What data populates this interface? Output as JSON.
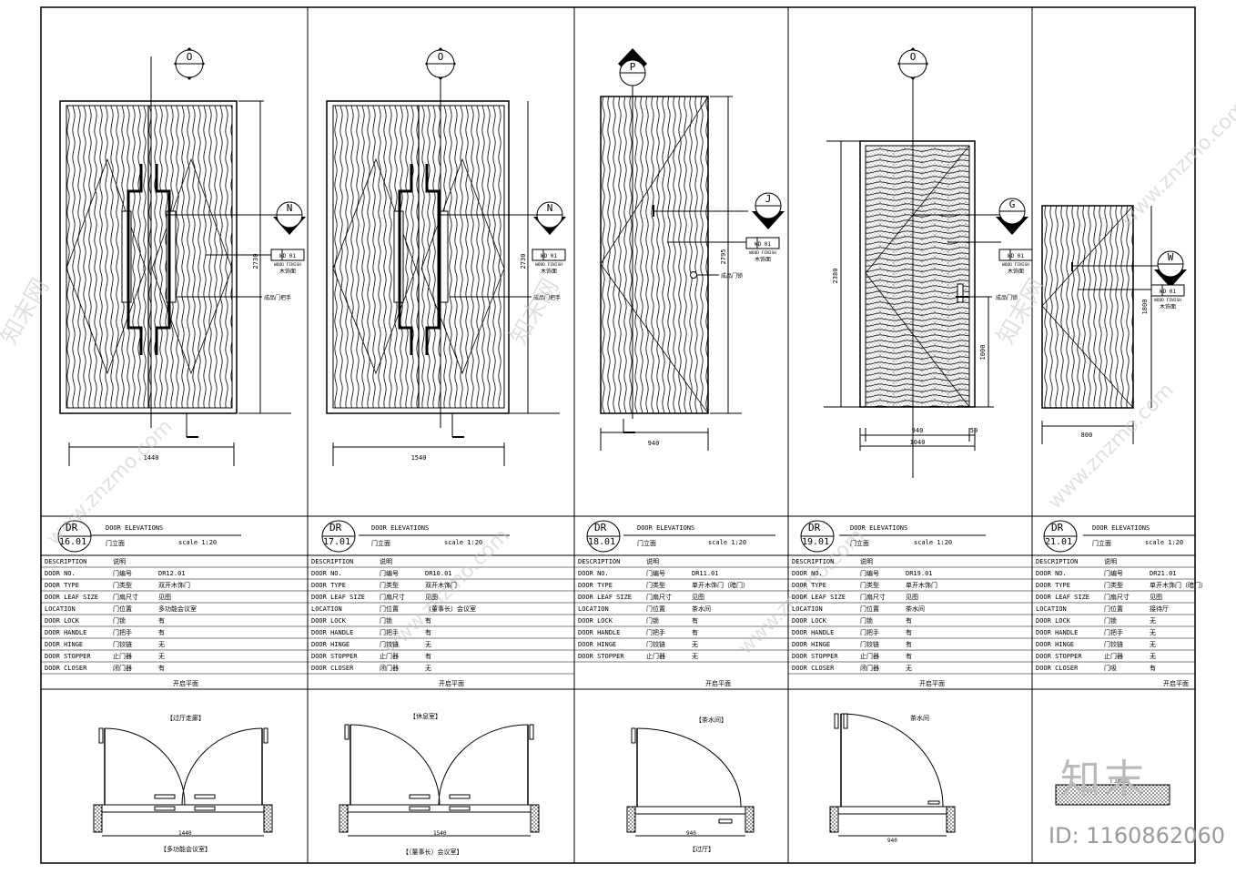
{
  "panels": [
    {
      "code": "16.01",
      "dr": "DR",
      "title_en": "DOOR ELEVATIONS",
      "title_cn": "门立面",
      "scale": "scale  1:20",
      "tag_top": "O",
      "tag_side": "N",
      "width_dim": "1440",
      "height_dim": "2730",
      "finish_code": "WD  01",
      "finish_en": "WOOD FINISH",
      "finish_cn": "木饰面",
      "handle_note": "成品门把手",
      "rows": [
        [
          "DESCRIPTION",
          "说明",
          ""
        ],
        [
          "DOOR NO.",
          "门编号",
          "DR12.01"
        ],
        [
          "DOOR TYPE",
          "门类型",
          "双开木饰门"
        ],
        [
          "DOOR LEAF SIZE",
          "门扇尺寸",
          "见图"
        ],
        [
          "LOCATION",
          "门位置",
          "多功能会议室"
        ],
        [
          "DOOR LOCK",
          "门锁",
          "有"
        ],
        [
          "DOOR HANDLE",
          "门把手",
          "有"
        ],
        [
          "DOOR HINGE",
          "门铰链",
          "无"
        ],
        [
          "DOOR STOPPER",
          "止门器",
          "无"
        ],
        [
          "DOOR CLOSER",
          "闭门器",
          "有"
        ]
      ],
      "plan_title": "开启平面",
      "plan_room": "【过厅走廊】",
      "plan_dim": "1440",
      "plan_caption": "【多功能会议室】"
    },
    {
      "code": "17.01",
      "dr": "DR",
      "title_en": "DOOR ELEVATIONS",
      "title_cn": "门立面",
      "scale": "scale  1:20",
      "tag_top": "O",
      "tag_side": "N",
      "width_dim": "1540",
      "height_dim": "2730",
      "finish_code": "WD  01",
      "finish_en": "WOOD FINISH",
      "finish_cn": "木饰面",
      "handle_note": "成品门把手",
      "rows": [
        [
          "DESCRIPTION",
          "说明",
          ""
        ],
        [
          "DOOR NO.",
          "门编号",
          "DR10.01"
        ],
        [
          "DOOR TYPE",
          "门类型",
          "双开木饰门"
        ],
        [
          "DOOR LEAF SIZE",
          "门扇尺寸",
          "见图"
        ],
        [
          "LOCATION",
          "门位置",
          "（董事长）会议室"
        ],
        [
          "DOOR LOCK",
          "门锁",
          "有"
        ],
        [
          "DOOR HANDLE",
          "门把手",
          "有"
        ],
        [
          "DOOR HINGE",
          "门铰链",
          "无"
        ],
        [
          "DOOR STOPPER",
          "止门器",
          "有"
        ],
        [
          "DOOR CLOSER",
          "闭门器",
          "无"
        ]
      ],
      "plan_title": "开启平面",
      "plan_room": "【休息室】",
      "plan_dim": "1540",
      "plan_caption": "【（董事长）会议室】"
    },
    {
      "code": "18.01",
      "dr": "DR",
      "title_en": "DOOR ELEVATIONS",
      "title_cn": "门立面",
      "scale": "scale  1:20",
      "tag_top": "P",
      "tag_side": "J",
      "width_dim": "940",
      "height_dim": "2795",
      "finish_code": "WD  01",
      "finish_en": "WOOD FINISH",
      "finish_cn": "木饰面",
      "handle_note": "成品门锁",
      "rows": [
        [
          "DESCRIPTION",
          "说明",
          ""
        ],
        [
          "DOOR NO.",
          "门编号",
          "DR11.01"
        ],
        [
          "DOOR TYPE",
          "门类型",
          "单开木饰门（暗门）"
        ],
        [
          "DOOR LEAF SIZE",
          "门扇尺寸",
          "见图"
        ],
        [
          "LOCATION",
          "门位置",
          "茶水间"
        ],
        [
          "DOOR LOCK",
          "门锁",
          "有"
        ],
        [
          "DOOR HANDLE",
          "门把手",
          "有"
        ],
        [
          "DOOR HINGE",
          "门铰链",
          "无"
        ],
        [
          "DOOR STOPPER",
          "止门器",
          "无"
        ]
      ],
      "plan_title": "开启平面",
      "plan_room": "【茶水间】",
      "plan_dim": "940",
      "plan_caption": "【过厅】"
    },
    {
      "code": "19.01",
      "dr": "DR",
      "title_en": "DOOR ELEVATIONS",
      "title_cn": "门立面",
      "scale": "scale  1:20",
      "tag_top": "O",
      "tag_side": "G",
      "width_dim": "940",
      "total_dim": "1040",
      "side_dim": "50",
      "height_dim": "2380",
      "lock_height": "1000",
      "finish_code": "WD  01",
      "finish_en": "WOOD FINISH",
      "finish_cn": "木饰面",
      "handle_note": "成品门锁",
      "rows": [
        [
          "DESCRIPTION",
          "说明",
          ""
        ],
        [
          "DOOR NO.",
          "门编号",
          "DR19.01"
        ],
        [
          "DOOR TYPE",
          "门类型",
          "单开木饰门"
        ],
        [
          "DOOR LEAF SIZE",
          "门扇尺寸",
          "见图"
        ],
        [
          "LOCATION",
          "门位置",
          "茶水间"
        ],
        [
          "DOOR LOCK",
          "门锁",
          "有"
        ],
        [
          "DOOR HANDLE",
          "门把手",
          "有"
        ],
        [
          "DOOR HINGE",
          "门铰链",
          "有"
        ],
        [
          "DOOR STOPPER",
          "止门器",
          "有"
        ],
        [
          "DOOR CLOSER",
          "闭门器",
          "无"
        ]
      ],
      "plan_title": "开启平面",
      "plan_room": "茶水间",
      "plan_dim": "940",
      "plan_caption": ""
    },
    {
      "code": "21.01",
      "dr": "DR",
      "title_en": "DOOR ELEVATIONS",
      "title_cn": "门立面",
      "scale": "scale  1:20",
      "tag_side": "W",
      "width_dim": "800",
      "height_dim": "1800",
      "finish_code": "WD  01",
      "finish_en": "WOOD FINISH",
      "finish_cn": "木饰面",
      "rows": [
        [
          "DESCRIPTION",
          "说明",
          ""
        ],
        [
          "DOOR NO.",
          "门编号",
          "DR21.01"
        ],
        [
          "DOOR TYPE",
          "门类型",
          "单开木饰门（暗门）"
        ],
        [
          "DOOR LEAF SIZE",
          "门扇尺寸",
          "见图"
        ],
        [
          "LOCATION",
          "门位置",
          "接待厅"
        ],
        [
          "DOOR LOCK",
          "门锁",
          "无"
        ],
        [
          "DOOR HANDLE",
          "门把手",
          "无"
        ],
        [
          "DOOR HINGE",
          "门铰链",
          "无"
        ],
        [
          "DOOR STOPPER",
          "止门器",
          "无"
        ],
        [
          "DOOR CLOSER",
          "门吸",
          "有"
        ]
      ],
      "plan_title": "开启平面",
      "plan_room": "门洞墙",
      "plan_dim": "",
      "plan_caption": ""
    }
  ],
  "watermark": "www.znzmo.com",
  "watermark_cn": "知末网",
  "logo": "知末",
  "image_id": "ID: 1160862060",
  "colors": {
    "line": "#000000",
    "watermark": "#c8c8c8",
    "id_text": "#9a9a9a"
  }
}
